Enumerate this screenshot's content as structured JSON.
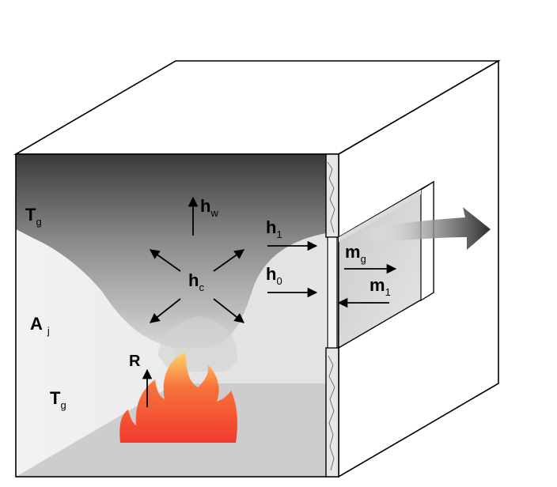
{
  "labels": {
    "tg_upper": {
      "main": "T",
      "sub": "g"
    },
    "hw": {
      "main": "h",
      "sub": "w"
    },
    "h1": {
      "main": "h",
      "sub": "1"
    },
    "hc": {
      "main": "h",
      "sub": "c"
    },
    "h0": {
      "main": "h",
      "sub": "0"
    },
    "mg": {
      "main": "m",
      "sub": "g"
    },
    "m1": {
      "main": "m",
      "sub": "1"
    },
    "aj": {
      "main": "A",
      "sub": "j"
    },
    "r": {
      "main": "R",
      "sub": ""
    },
    "tg_lower": {
      "main": "T",
      "sub": "g"
    }
  },
  "colors": {
    "outline": "#000000",
    "smoke_dark": "#3a3a3a",
    "smoke_light": "#cfcfcf",
    "room_light": "#eeeeee",
    "floor": "#cfcfcf",
    "flame_outer": "#f23a2e",
    "flame_inner": "#ffd36a",
    "wall_hatch": "#e6e6e6"
  }
}
